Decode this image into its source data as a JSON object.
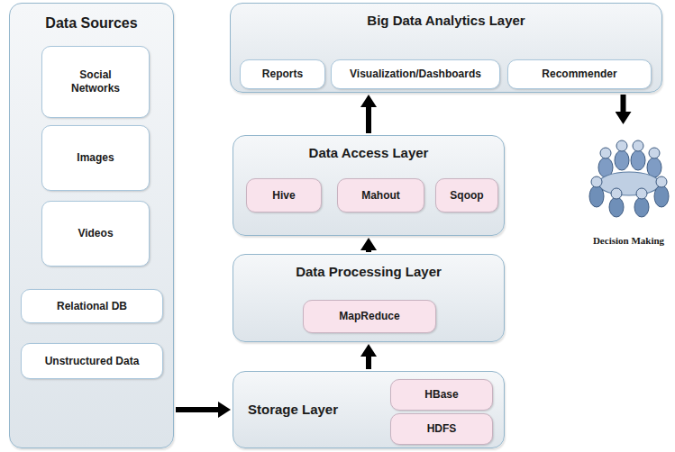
{
  "diagram": {
    "nodes": [
      {
        "text": [
          "Data Sources"
        ]
      },
      {
        "text": [
          "Social Networks"
        ],
        "in": 0
      },
      {
        "text": [
          "Images"
        ],
        "in": 0
      },
      {
        "text": [
          "Videos"
        ],
        "in": 0
      },
      {
        "text": [
          "Relational DB"
        ],
        "in": 0
      },
      {
        "text": [
          "Unstructured Data"
        ],
        "in": 0
      },
      {
        "text": [
          "Big Data Analytics Layer"
        ]
      },
      {
        "text": [
          "Reports"
        ],
        "in": 6
      },
      {
        "text": [
          "Visualization/Dashboards"
        ],
        "in": 6
      },
      {
        "text": [
          "Recommender"
        ],
        "in": 6
      },
      {
        "text": [
          "Data Access Layer"
        ]
      },
      {
        "text": [
          "Hive"
        ],
        "in": 10
      },
      {
        "text": [
          "Mahout"
        ],
        "in": 10
      },
      {
        "text": [
          "Sqoop"
        ],
        "in": 10
      },
      {
        "text": [
          "Data Processing Layer"
        ]
      },
      {
        "text": [
          "MapReduce"
        ],
        "in": 14
      },
      {
        "text": [
          "Storage Layer"
        ]
      },
      {
        "text": [
          "HBase"
        ],
        "in": 16
      },
      {
        "text": [
          "HDFS"
        ],
        "in": 16
      },
      {
        "text": [
          "Decision Making"
        ]
      }
    ],
    "edges": [
      {
        "from": 0,
        "to": 16,
        "arrow": "to"
      },
      {
        "from": 16,
        "to": 14,
        "arrow": "to"
      },
      {
        "from": 14,
        "to": 10,
        "arrow": "to"
      },
      {
        "from": 10,
        "to": 6,
        "arrow": "to"
      },
      {
        "from": 6,
        "to": 19,
        "arrow": "to"
      }
    ]
  }
}
